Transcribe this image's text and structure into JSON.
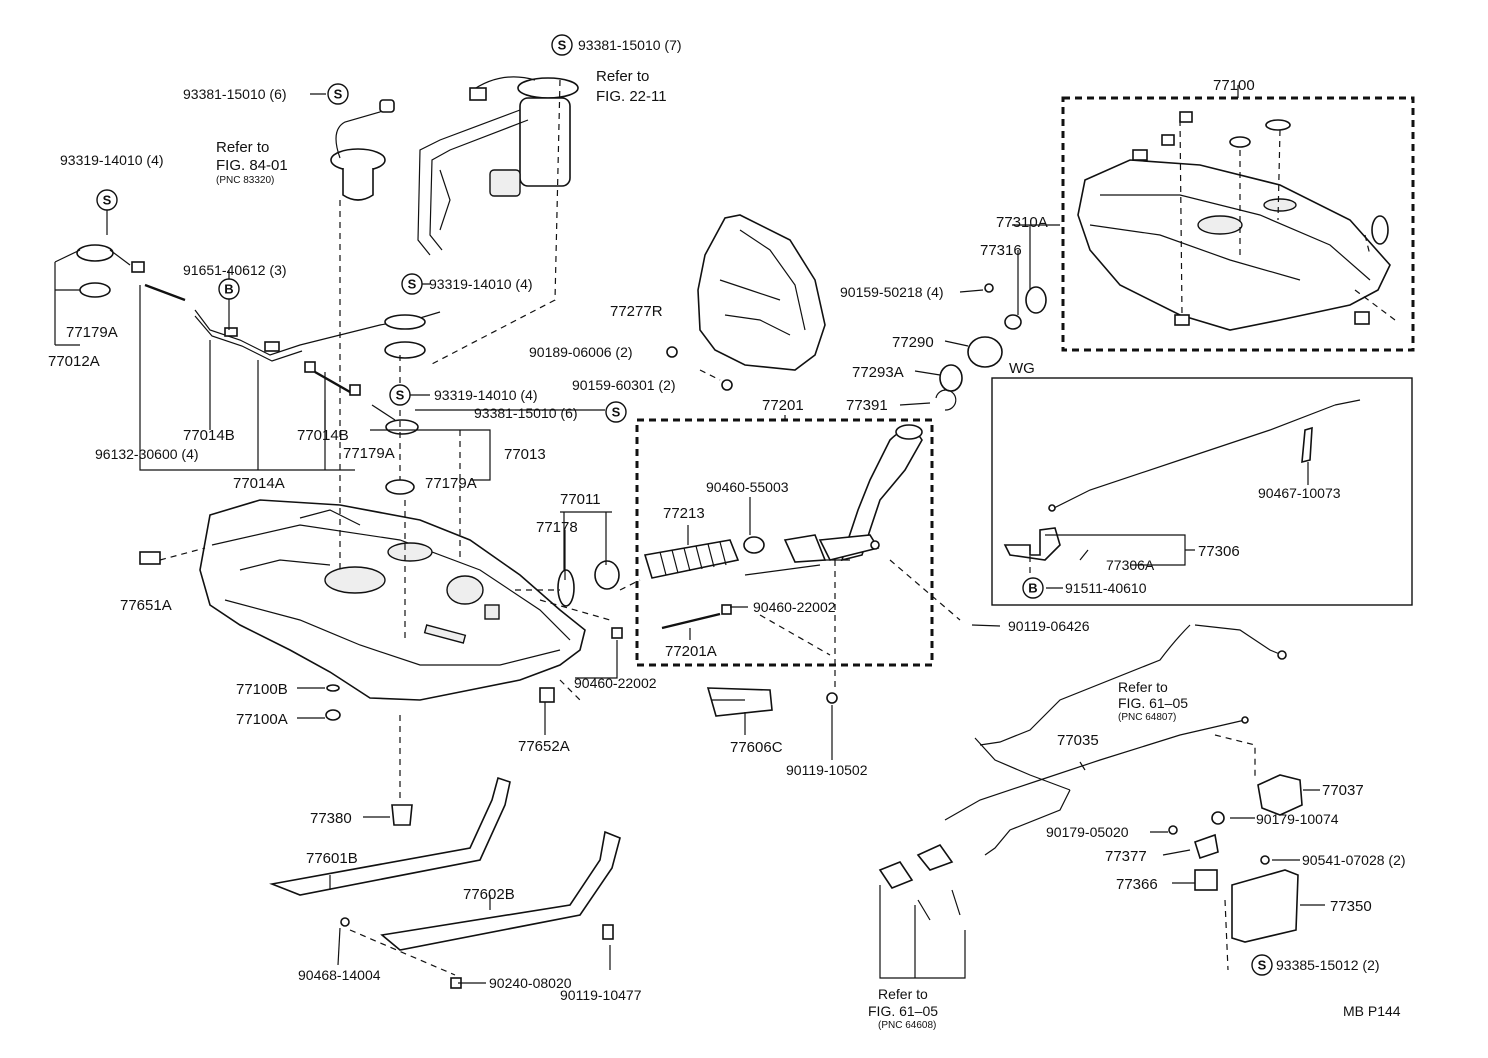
{
  "parts": {
    "p93381_15010_7": "93381-15010 (7)",
    "p93381_15010_6a": "93381-15010 (6)",
    "p93319_14010_4a": "93319-14010 (4)",
    "p91651_40612_3": "91651-40612 (3)",
    "p93319_14010_4b": "93319-14010 (4)",
    "p93319_14010_4c": "93319-14010 (4)",
    "p93381_15010_6b": "93381-15010 (6)",
    "p77179A_a": "77179A",
    "p77012A": "77012A",
    "p77014B_a": "77014B",
    "p77014B_b": "77014B",
    "p96132_30600_4": "96132-30600 (4)",
    "p77179A_b": "77179A",
    "p77014A": "77014A",
    "p77013": "77013",
    "p77179A_c": "77179A",
    "p77011": "77011",
    "p77178": "77178",
    "p77651A": "77651A",
    "p77277R": "77277R",
    "p90189_06006_2": "90189-06006 (2)",
    "p90159_60301_2": "90159-60301 (2)",
    "p77201": "77201",
    "p90460_55003": "90460-55003",
    "p77213": "77213",
    "p90460_22002_a": "90460-22002",
    "p77201A": "77201A",
    "p90460_22002_b": "90460-22002",
    "p90119_06426": "90119-06426",
    "p77606C": "77606C",
    "p90119_10502": "90119-10502",
    "p77100B": "77100B",
    "p77100A": "77100A",
    "p77652A": "77652A",
    "p77380": "77380",
    "p77601B": "77601B",
    "p77602B": "77602B",
    "p90468_14004": "90468-14004",
    "p90240_08020": "90240-08020",
    "p90119_10477": "90119-10477",
    "p77100": "77100",
    "p77310A": "77310A",
    "p77316": "77316",
    "p90159_50218_4": "90159-50218 (4)",
    "p77290": "77290",
    "p77293A": "77293A",
    "p77391": "77391",
    "p90467_10073": "90467-10073",
    "p77306": "77306",
    "p77306A": "77306A",
    "p91511_40610": "91511-40610",
    "p77035": "77035",
    "p77037": "77037",
    "p90179_10074": "90179-10074",
    "p90179_05020": "90179-05020",
    "p77377": "77377",
    "p90541_07028_2": "90541-07028 (2)",
    "p77366": "77366",
    "p77350": "77350",
    "p93385_15012_2": "93385-15012 (2)"
  },
  "refs": {
    "r84_1": "Refer to",
    "r84_2": "FIG. 84-01",
    "r84_3": "(PNC 83320)",
    "r22_1": "Refer to",
    "r22_2": "FIG. 22-11",
    "r61a_1": "Refer to",
    "r61a_2": "FIG. 61–05",
    "r61a_3": "(PNC 64807)",
    "r61b_1": "Refer to",
    "r61b_2": "FIG. 61–05",
    "r61b_3": "(PNC 64608)"
  },
  "symbols": {
    "s": "S",
    "b": "B"
  },
  "variant": "WG",
  "code": "MB P144"
}
